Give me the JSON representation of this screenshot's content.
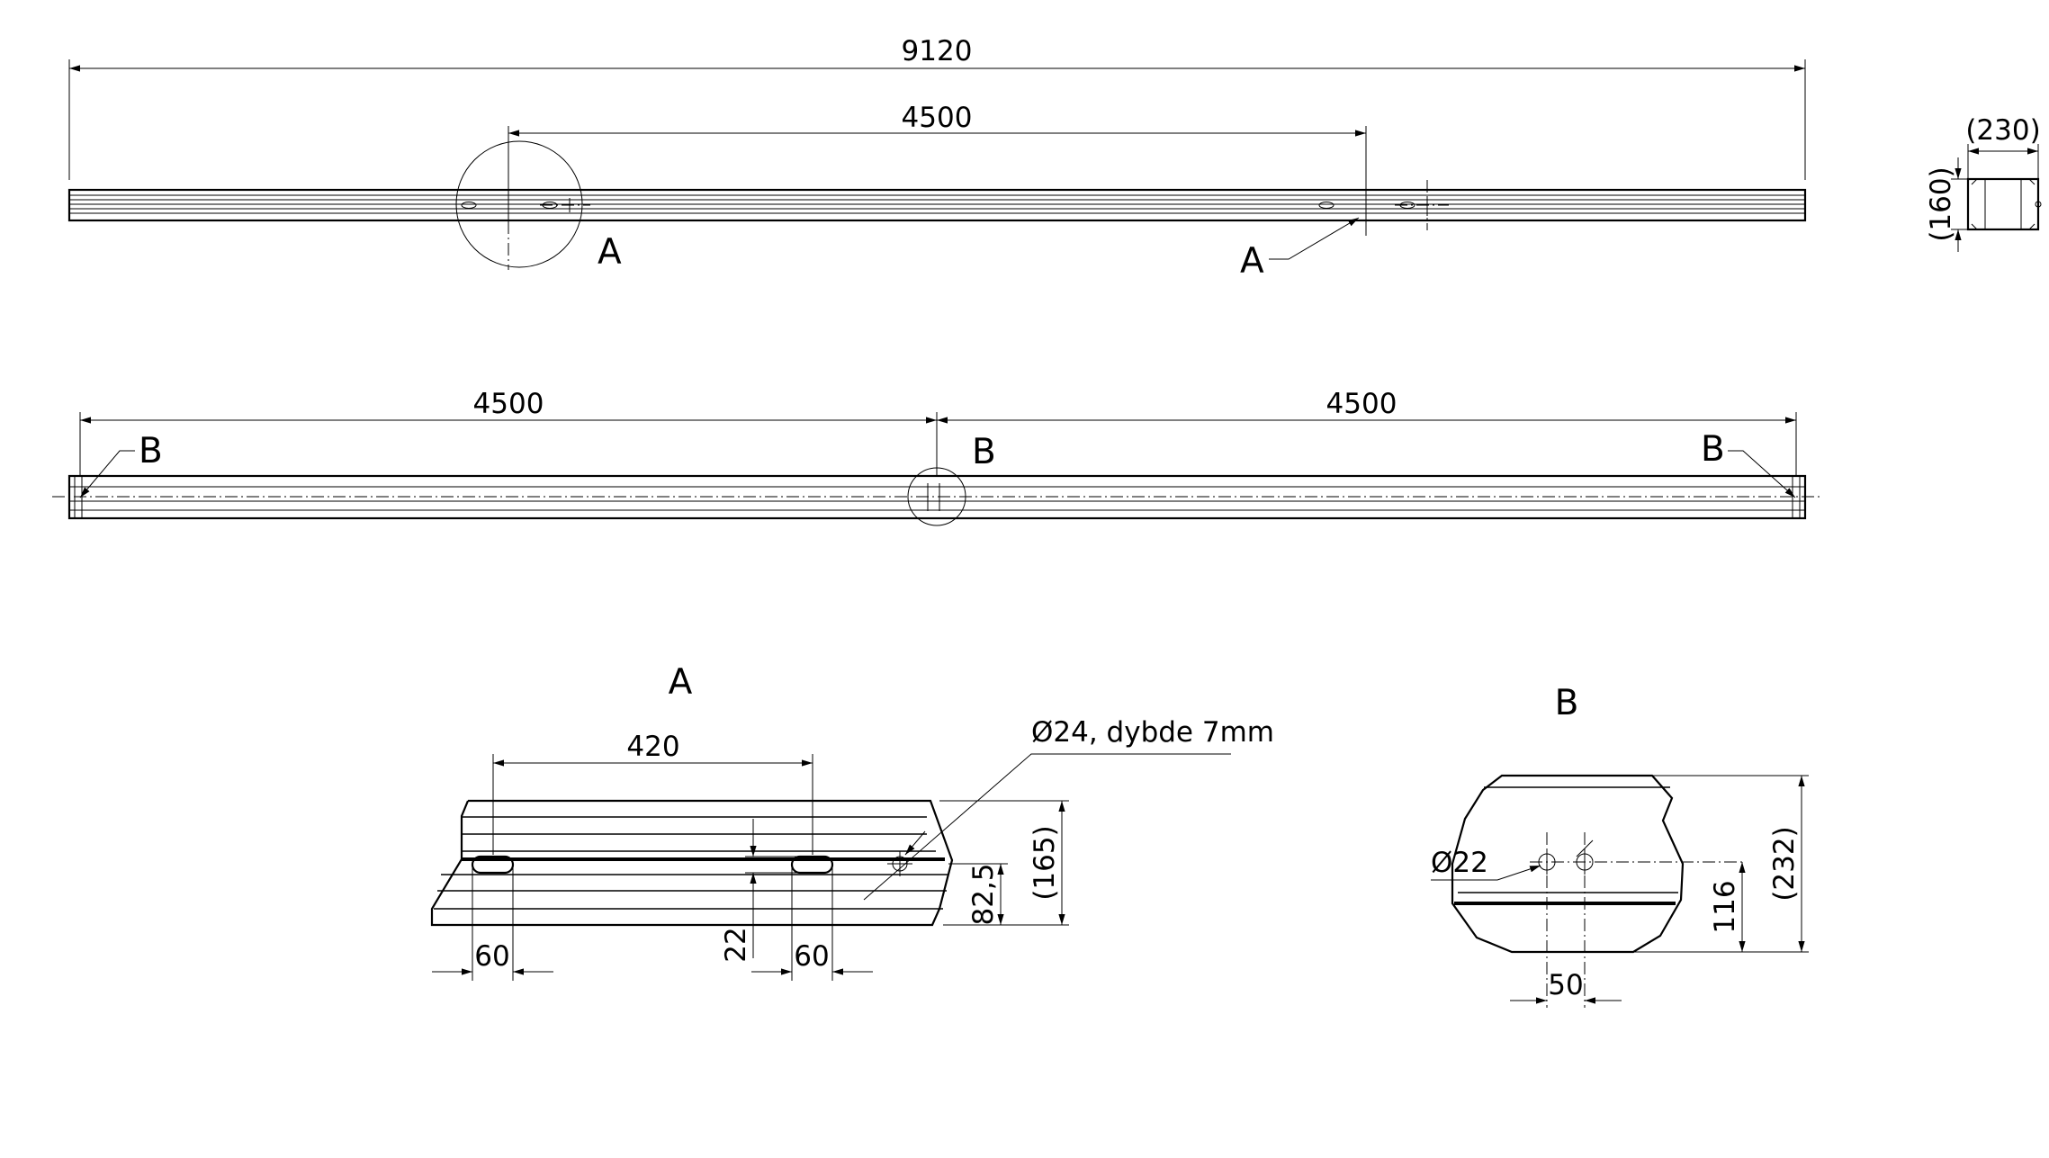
{
  "dimensions": {
    "overall_length": "9120",
    "top_spacing": "4500",
    "side_spacing_left": "4500",
    "side_spacing_right": "4500",
    "end_width": "(230)",
    "end_height": "(160)",
    "detail_a_spacing": "420",
    "detail_a_hole_note": "Ø24, dybde 7mm",
    "detail_a_height": "(165)",
    "detail_a_half_height": "82,5",
    "detail_a_slot_width_left": "60",
    "detail_a_slot_width_right": "60",
    "detail_a_slot_height": "22",
    "detail_b_hole_dia": "Ø22",
    "detail_b_height": "(232)",
    "detail_b_hole_height": "116",
    "detail_b_hole_spacing": "50"
  },
  "labels": {
    "detail_a_callout_1": "A",
    "detail_a_callout_2": "A",
    "detail_b_callout_left": "B",
    "detail_b_callout_mid": "B",
    "detail_b_callout_right": "B",
    "detail_a_title": "A",
    "detail_b_title": "B"
  }
}
